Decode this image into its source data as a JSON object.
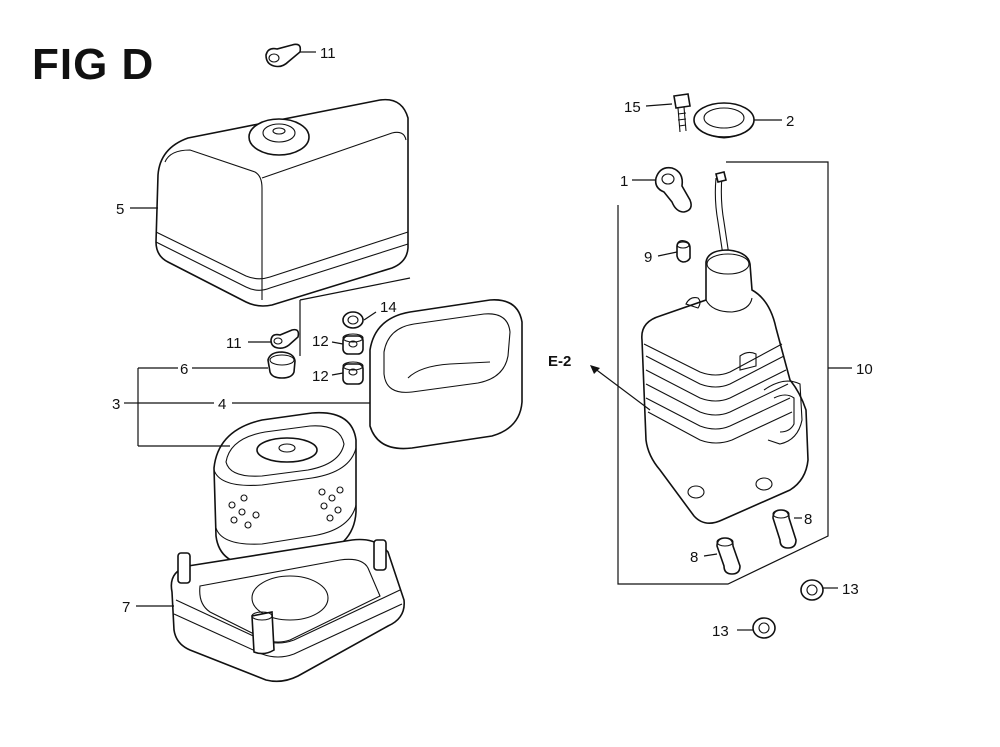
{
  "figure": {
    "title": "FIG D"
  },
  "callouts": {
    "c1": "1",
    "c2": "2",
    "c3": "3",
    "c4": "4",
    "c5": "5",
    "c6": "6",
    "c7": "7",
    "c8a": "8",
    "c8b": "8",
    "c9": "9",
    "c10": "10",
    "c11a": "11",
    "c11b": "11",
    "c12a": "12",
    "c12b": "12",
    "c13a": "13",
    "c13b": "13",
    "c14": "14",
    "c15": "15",
    "ref_e2": "E-2"
  }
}
